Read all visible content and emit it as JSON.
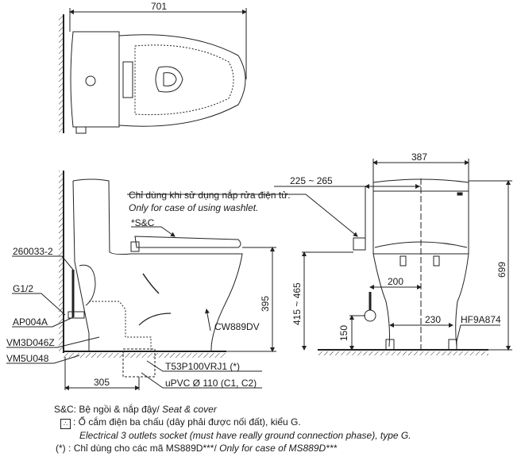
{
  "top_view": {
    "width_dim": "701"
  },
  "side_view": {
    "washlet_note_vi": "Chỉ dùng khi sử dụng nắp rửa điện tử.",
    "washlet_note_en": "Only for case of using washlet.",
    "seat_label": "*S&C",
    "part_260033": "260033-2",
    "part_g12": "G1/2",
    "part_ap004a": "AP004A",
    "part_vm3d046z": "VM3D046Z",
    "part_vm5u048": "VM5U048",
    "part_cw889dv": "CW889DV",
    "part_t53p": "T53P100VRJ1 (*)",
    "part_upvc": "uPVC Ø 110 (C1, C2)",
    "dim_395": "395",
    "dim_305": "305"
  },
  "front_view": {
    "dim_387": "387",
    "dim_225_265": "225 ~ 265",
    "dim_699": "699",
    "dim_415_465": "415 ~ 465",
    "dim_200": "200",
    "dim_230": "230",
    "dim_150": "150",
    "part_hf9a874": "HF9A874"
  },
  "notes": {
    "sc_prefix": "S&C:",
    "sc_vi": "Bệ ngồi & nắp đậy/",
    "sc_en": "Seat & cover",
    "socket_icon_glyph": "∴",
    "socket_vi": ": Ổ cắm điện ba chấu (dây phải được nối đất), kiểu G.",
    "socket_en": "Electrical 3 outlets socket (must have really ground connection phase), type G.",
    "star_prefix": "(*) :",
    "star_vi": "Chỉ dùng cho các mã MS889D***/",
    "star_en": "Only for case of MS889D***"
  }
}
